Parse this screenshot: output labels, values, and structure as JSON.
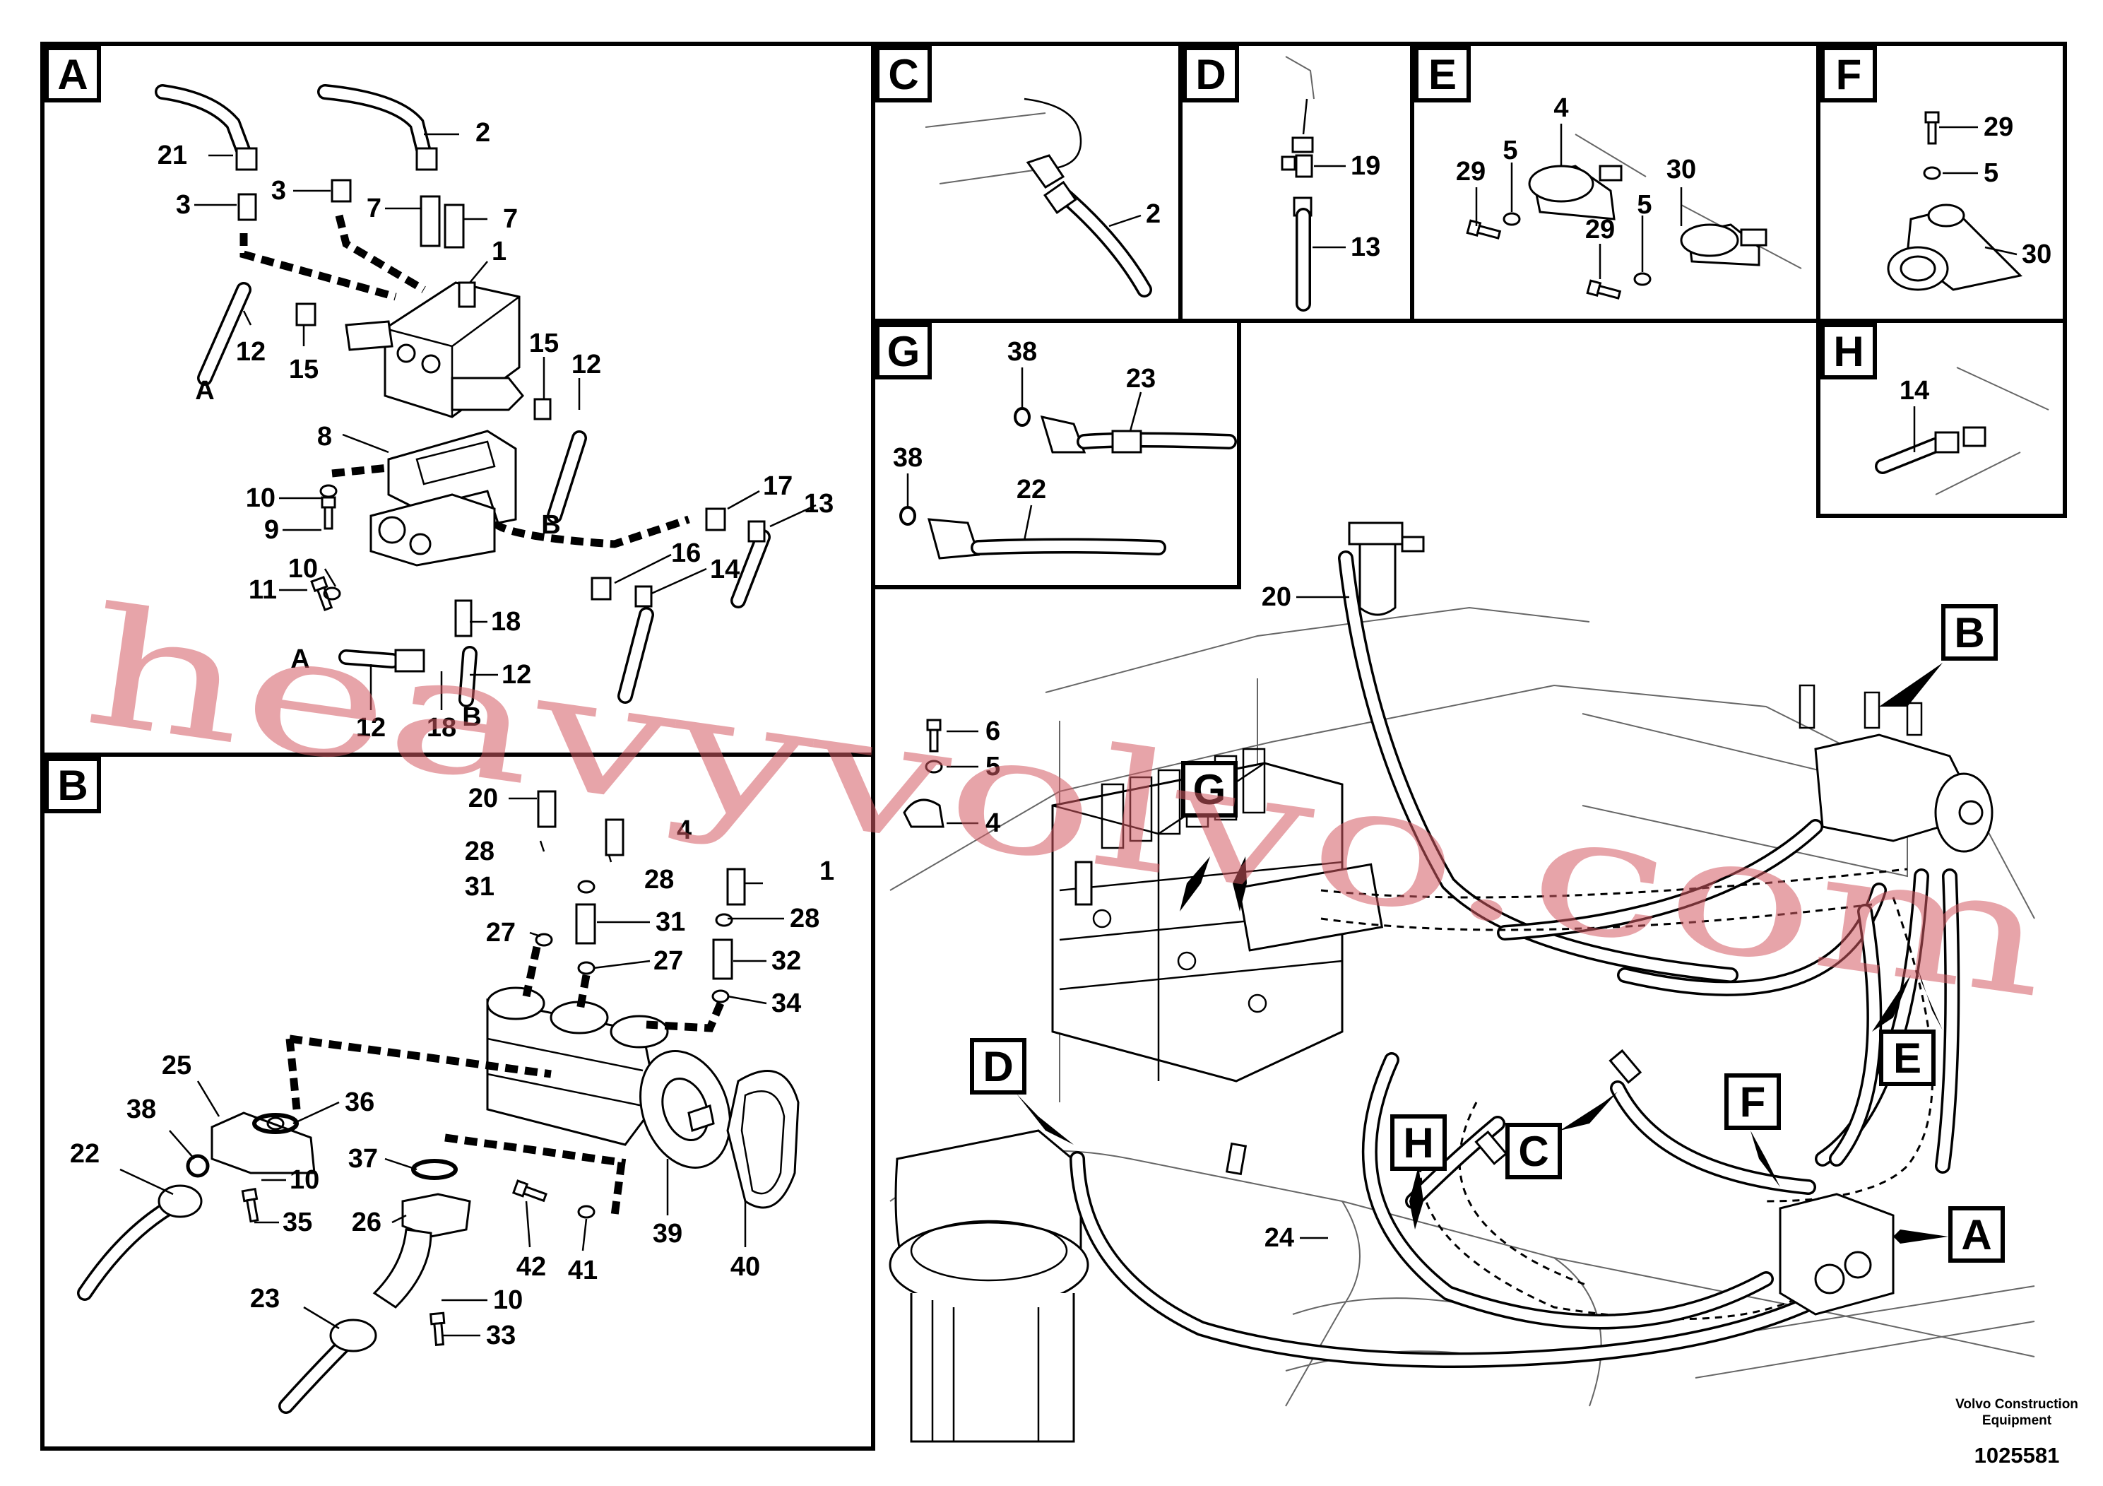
{
  "panels": {
    "A": {
      "letter": "A",
      "labels": [
        "21",
        "2",
        "3",
        "3",
        "7",
        "7",
        "1",
        "12",
        "15",
        "15",
        "12",
        "A",
        "B",
        "8",
        "17",
        "13",
        "10",
        "9",
        "10",
        "16",
        "14",
        "11",
        "18",
        "A",
        "12",
        "18",
        "12",
        "B"
      ]
    },
    "B": {
      "letter": "B",
      "labels": [
        "20",
        "4",
        "28",
        "28",
        "31",
        "1",
        "27",
        "31",
        "28",
        "32",
        "27",
        "34",
        "25",
        "36",
        "38",
        "22",
        "10",
        "35",
        "37",
        "26",
        "42",
        "41",
        "39",
        "40",
        "23",
        "10",
        "33"
      ]
    },
    "C": {
      "letter": "C",
      "labels": [
        "2"
      ]
    },
    "D": {
      "letter": "D",
      "labels": [
        "19",
        "13"
      ]
    },
    "E": {
      "letter": "E",
      "labels": [
        "4",
        "5",
        "29",
        "30",
        "29",
        "5"
      ]
    },
    "F": {
      "letter": "F",
      "labels": [
        "29",
        "5",
        "30"
      ]
    },
    "G": {
      "letter": "G",
      "labels": [
        "38",
        "23",
        "38",
        "22"
      ]
    },
    "H": {
      "letter": "H",
      "labels": [
        "14"
      ]
    }
  },
  "overview": {
    "part_labels": [
      "20",
      "6",
      "5",
      "4",
      "24"
    ],
    "callouts": [
      "B",
      "G",
      "D",
      "H",
      "C",
      "F",
      "E",
      "A"
    ]
  },
  "watermark": "heavyvolvo.com",
  "caption": {
    "line1": "Volvo Construction",
    "line2": "Equipment",
    "number": "1025581"
  },
  "colors": {
    "watermark": "#d45a63",
    "line": "#000000",
    "background": "#ffffff"
  }
}
